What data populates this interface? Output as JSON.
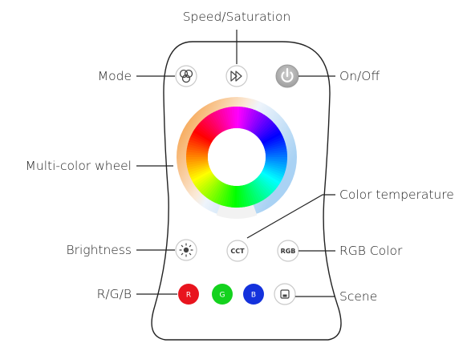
{
  "labels": {
    "speed": "Speed/Saturation",
    "mode": "Mode",
    "onoff": "On/Off",
    "wheel": "Multi-color wheel",
    "temperature": "Color temperature",
    "brightness": "Brightness",
    "rgb_color": "RGB Color",
    "rgb_keys": "R/G/B",
    "scene": "Scene"
  },
  "buttons": {
    "cct": "CCT",
    "rgb": "RGB",
    "red": "R",
    "green": "G",
    "blue": "B"
  },
  "icons": {
    "mode": "loop-icon",
    "speed": "fast-forward-icon",
    "power": "power-icon",
    "brightness": "sun-icon",
    "scene": "save-icon"
  },
  "colors": {
    "red_button": "#e8141e",
    "green_button": "#14d21e",
    "blue_button": "#1432dc",
    "power_button": "#b4b4b4"
  }
}
